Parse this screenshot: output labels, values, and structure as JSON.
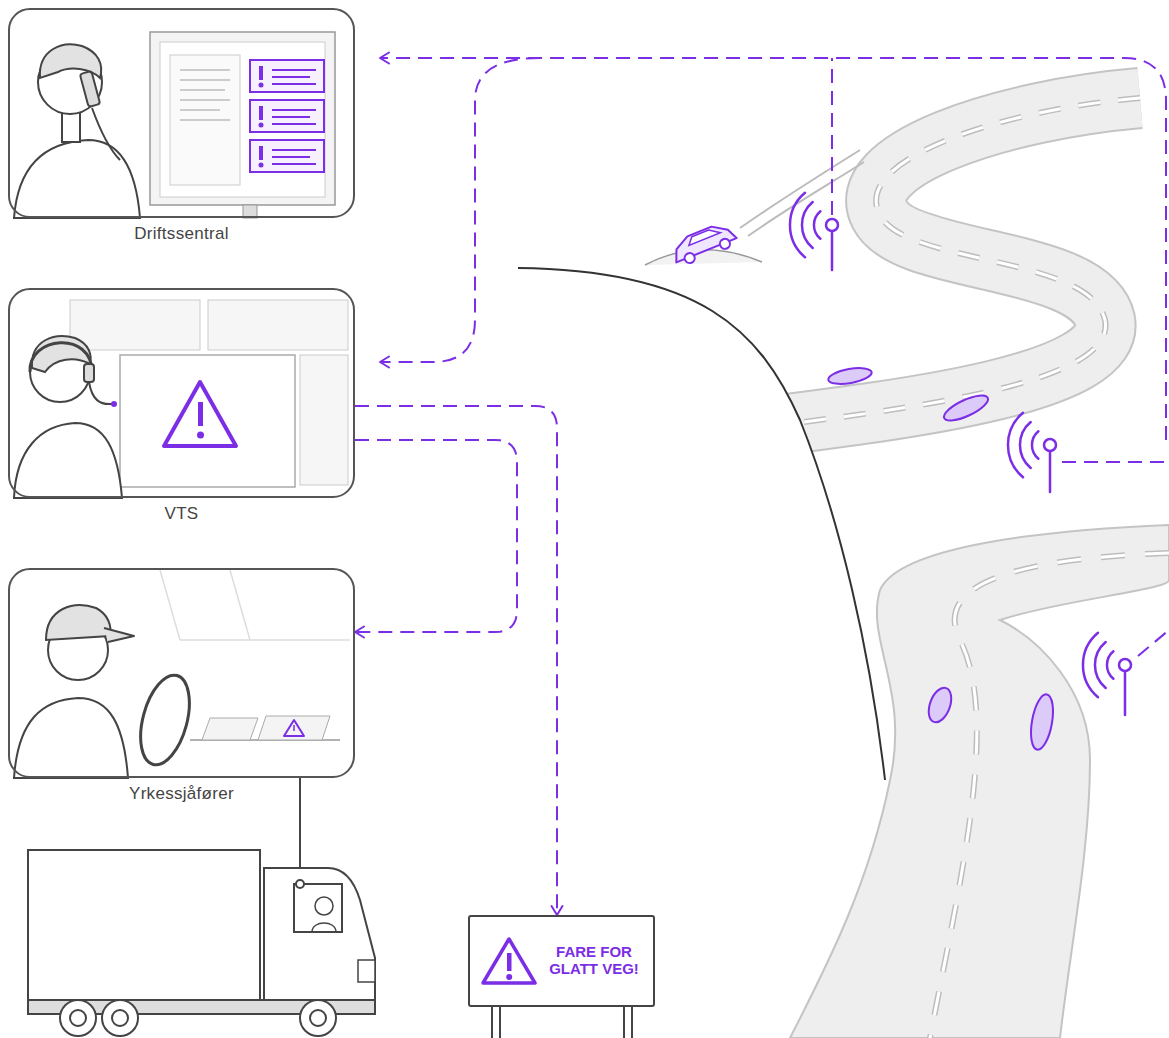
{
  "diagram": {
    "nodes": [
      {
        "text": [
          "Driftssentral"
        ]
      },
      {
        "text": [
          "VTS"
        ]
      },
      {
        "text": [
          "Yrkessjåfører"
        ]
      },
      {
        "text": [
          "FARE FOR GLATT VEG!"
        ]
      }
    ],
    "edges": [
      {
        "from": 1,
        "to": 2,
        "arrow": "to"
      },
      {
        "from": 1,
        "to": 3,
        "arrow": "to"
      }
    ]
  }
}
